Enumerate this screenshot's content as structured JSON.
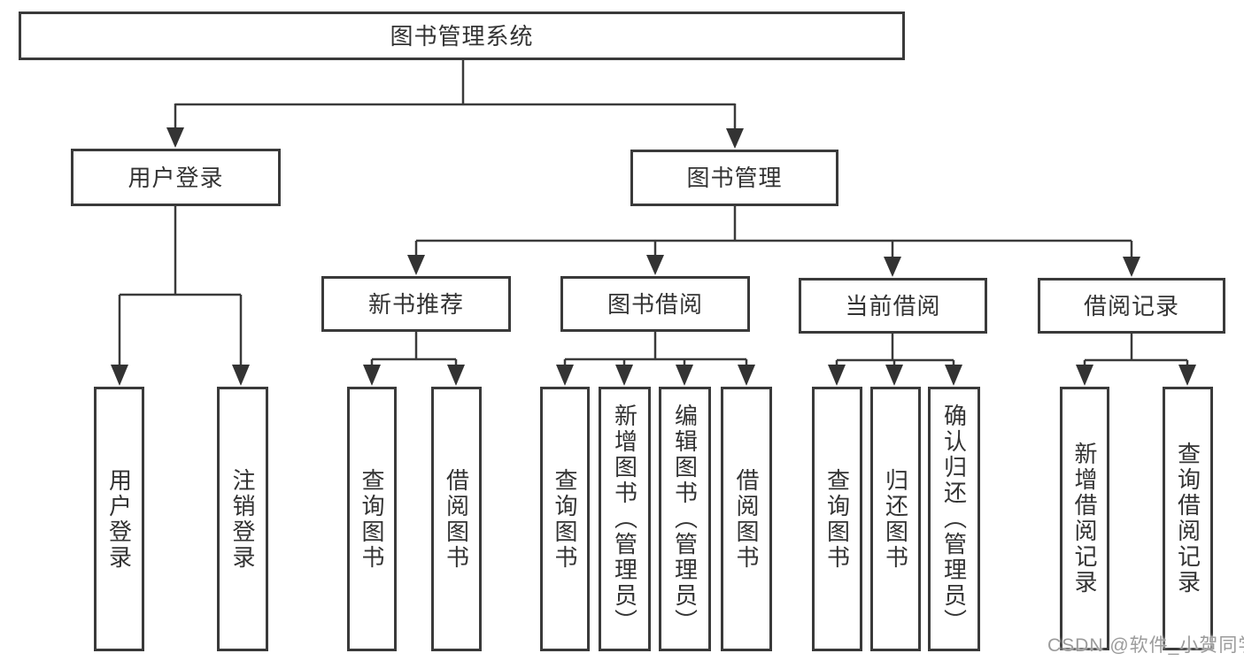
{
  "tree": {
    "label": "图书管理系统",
    "children": [
      {
        "label": "用户登录",
        "children": [
          {
            "label": "用户登录"
          },
          {
            "label": "注销登录"
          }
        ]
      },
      {
        "label": "图书管理",
        "children": [
          {
            "label": "新书推荐",
            "children": [
              {
                "label": "查询图书"
              },
              {
                "label": "借阅图书"
              }
            ]
          },
          {
            "label": "图书借阅",
            "children": [
              {
                "label": "查询图书"
              },
              {
                "label": "新增图书（管理员）"
              },
              {
                "label": "编辑图书（管理员）"
              },
              {
                "label": "借阅图书"
              }
            ]
          },
          {
            "label": "当前借阅",
            "children": [
              {
                "label": "查询图书"
              },
              {
                "label": "归还图书"
              },
              {
                "label": "确认归还（管理员）"
              }
            ]
          },
          {
            "label": "借阅记录",
            "children": [
              {
                "label": "新增借阅记录"
              },
              {
                "label": "查询借阅记录"
              }
            ]
          }
        ]
      }
    ]
  },
  "watermark": {
    "text": "CSDN @软件_小贺同学"
  },
  "colors": {
    "line": "#3a3a3a",
    "arrow": "#333333",
    "text": "#333333",
    "watermark": "#9b9b9b",
    "background": "#ffffff"
  }
}
